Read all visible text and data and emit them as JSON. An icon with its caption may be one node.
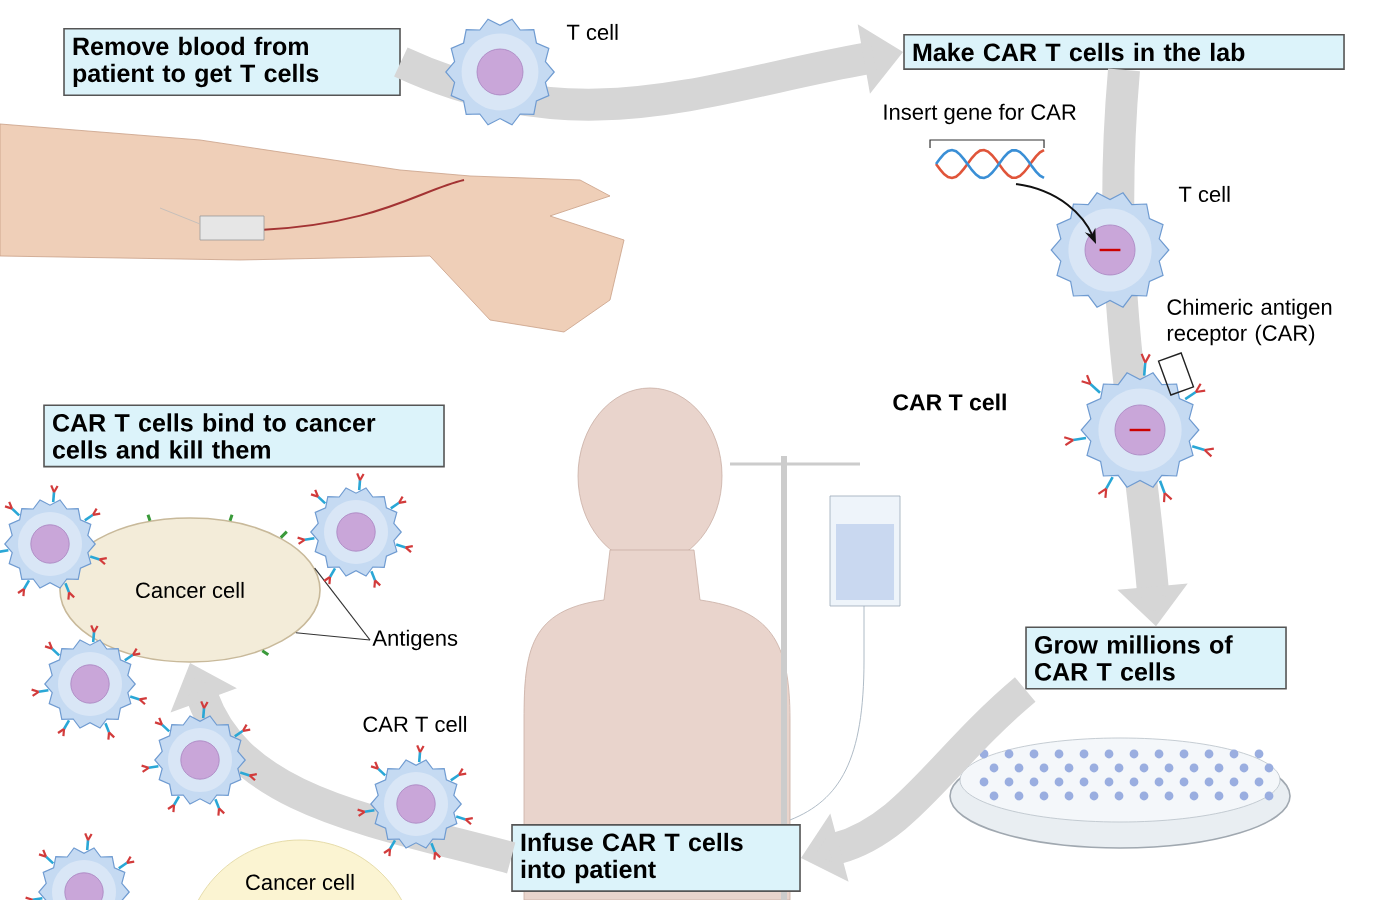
{
  "diagram": {
    "nodes": [
      {
        "text": [
          "Remove blood from patient to get T cells"
        ]
      },
      {
        "text": [
          "Make CAR T cells in the lab"
        ]
      },
      {
        "text": [
          "Grow millions of CAR T cells"
        ]
      },
      {
        "text": [
          "Infuse CAR T cells into patient"
        ]
      },
      {
        "text": [
          "CAR T cells bind to cancer cells and kill them"
        ]
      },
      {
        "text": [
          "Cancer cell"
        ]
      },
      {
        "text": [
          "Cancer cell"
        ]
      },
      {
        "text": [
          "Antigens"
        ]
      }
    ],
    "edges": [
      {
        "from": 0,
        "to": 1,
        "arrow": "to"
      },
      {
        "from": 1,
        "to": 2,
        "arrow": "to"
      },
      {
        "from": 2,
        "to": 3,
        "arrow": "to"
      },
      {
        "from": 3,
        "to": 5,
        "arrow": "to"
      },
      {
        "from": 7,
        "to": 5,
        "arrow": "none",
        "color": "#333333"
      },
      {
        "from": 7,
        "to": 5,
        "arrow": "none",
        "color": "#333333"
      }
    ],
    "labels": [
      "T cell",
      "Insert gene for CAR",
      "T cell",
      "Chimeric antigen receptor (CAR)",
      "CAR T cell",
      "CAR T cell"
    ]
  }
}
